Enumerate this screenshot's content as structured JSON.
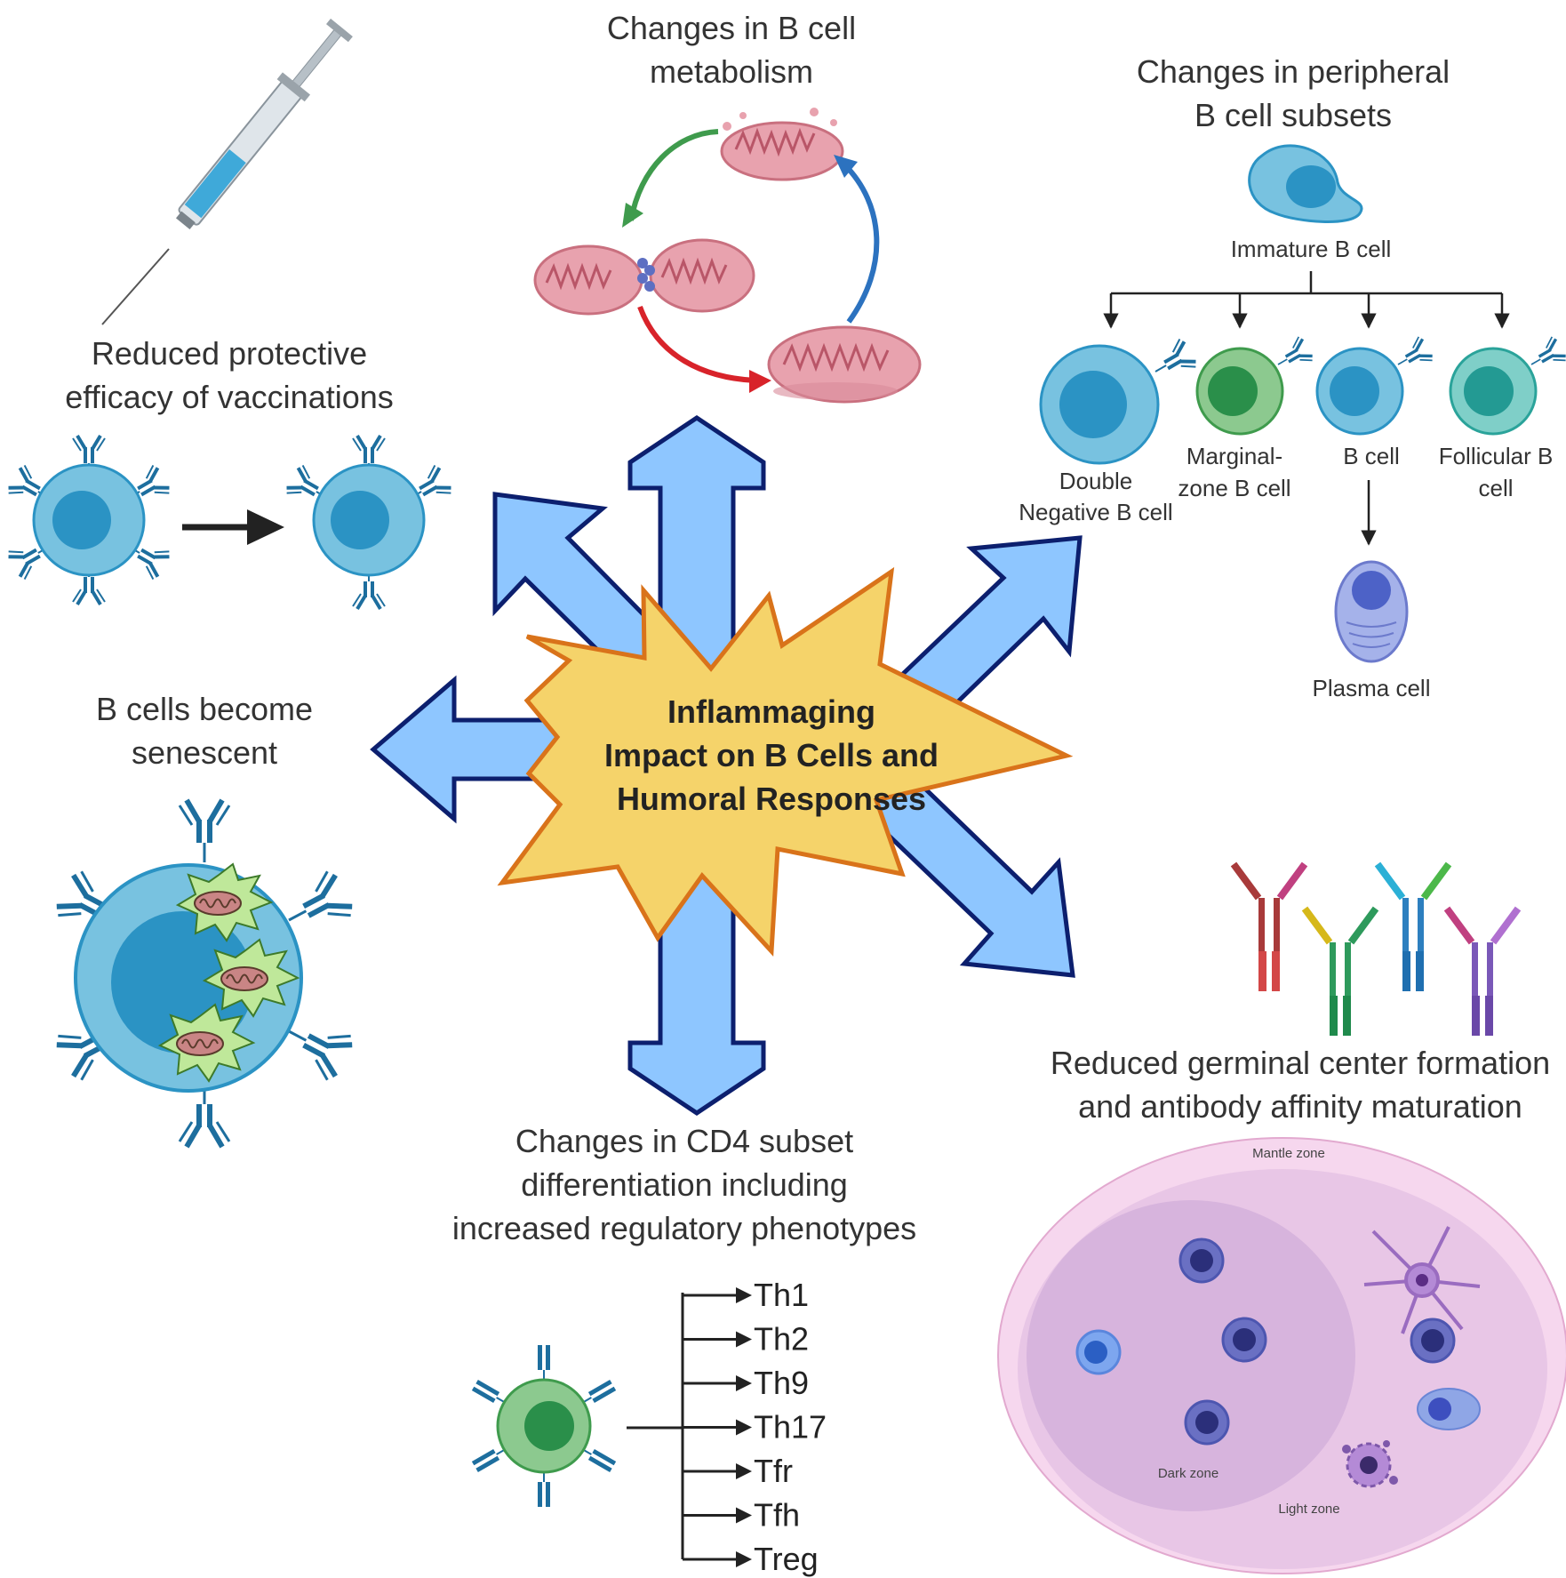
{
  "center": {
    "line1": "Inflammaging",
    "line2": "Impact on B Cells and",
    "line3": "Humoral Responses"
  },
  "metabolism": {
    "line1": "Changes in B cell",
    "line2": "metabolism"
  },
  "peripheral": {
    "line1": "Changes in peripheral",
    "line2": "B cell subsets",
    "immature": "Immature B cell",
    "double_1": "Double",
    "double_2": "Negative B cell",
    "marginal_1": "Marginal-",
    "marginal_2": "zone B cell",
    "bcell": "B cell",
    "follicular_1": "Follicular B",
    "follicular_2": "cell",
    "plasma": "Plasma cell"
  },
  "vaccination": {
    "line1": "Reduced protective",
    "line2": "efficacy of vaccinations"
  },
  "senescent": {
    "line1": "B cells become",
    "line2": "senescent"
  },
  "cd4": {
    "line1": "Changes in CD4 subset",
    "line2": "differentiation including",
    "line3": "increased regulatory phenotypes",
    "subsets": [
      "Th1",
      "Th2",
      "Th9",
      "Th17",
      "Tfr",
      "Tfh",
      "Treg"
    ]
  },
  "germinal": {
    "line1": "Reduced germinal center formation",
    "line2": "and antibody affinity maturation",
    "mantle": "Mantle zone",
    "dark": "Dark zone",
    "light": "Light zone"
  },
  "colors": {
    "arrow_fill": "#8ec6ff",
    "arrow_stroke": "#0c1f6e",
    "star_fill": "#f5d36a",
    "star_stroke": "#d9731a",
    "bcell_outer": "#78c2e0",
    "bcell_nucleus": "#2b93c4",
    "mito": "#e8a2ae",
    "green_cell": "#8cc98f",
    "gc_outer": "#f6d7ee",
    "gc_mid": "#e8c6e6",
    "gc_dark": "#d7b4dd"
  }
}
